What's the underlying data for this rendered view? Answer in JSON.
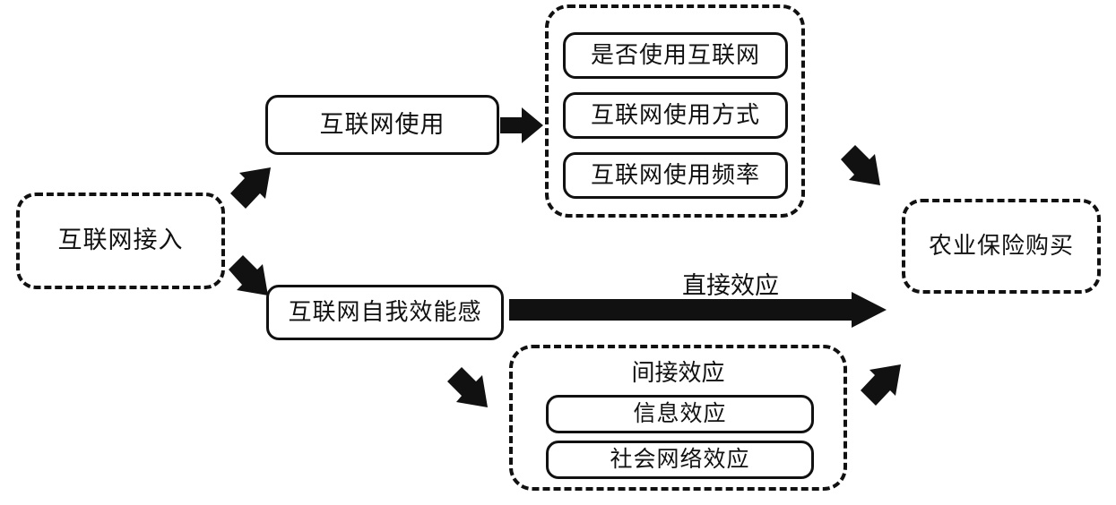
{
  "diagram": {
    "title_present": false,
    "background_color": "#ffffff",
    "stroke_color": "#111111",
    "nodes": [
      {
        "id": "internet-access",
        "label": "互联网接入",
        "style": "dashed"
      },
      {
        "id": "internet-use",
        "label": "互联网使用",
        "style": "solid"
      },
      {
        "id": "internet-self-efficacy",
        "label": "互联网自我效能感",
        "style": "solid"
      },
      {
        "id": "agricultural-insurance-purchase",
        "label": "农业保险购买",
        "style": "dashed"
      }
    ],
    "groups": [
      {
        "id": "internet-use-dimensions",
        "title": "",
        "style": "dashed",
        "items": [
          "是否使用互联网",
          "互联网使用方式",
          "互联网使用频率"
        ]
      },
      {
        "id": "indirect-effect",
        "title": "间接效应",
        "style": "dashed",
        "items": [
          "信息效应",
          "社会网络效应"
        ]
      }
    ],
    "arrows": [
      {
        "id": "access-to-use",
        "icon": "arrow-up-right-icon",
        "label": ""
      },
      {
        "id": "access-to-self-efficacy",
        "icon": "arrow-down-right-icon",
        "label": ""
      },
      {
        "id": "use-to-dimensions",
        "icon": "arrow-right-icon",
        "label": ""
      },
      {
        "id": "dimensions-to-outcome",
        "icon": "arrow-down-right-icon",
        "label": ""
      },
      {
        "id": "self-efficacy-to-outcome",
        "icon": "arrow-right-thick-icon",
        "label": "直接效应"
      },
      {
        "id": "self-efficacy-to-indirect",
        "icon": "arrow-down-right-icon",
        "label": ""
      },
      {
        "id": "indirect-to-outcome",
        "icon": "arrow-up-right-icon",
        "label": ""
      }
    ]
  }
}
